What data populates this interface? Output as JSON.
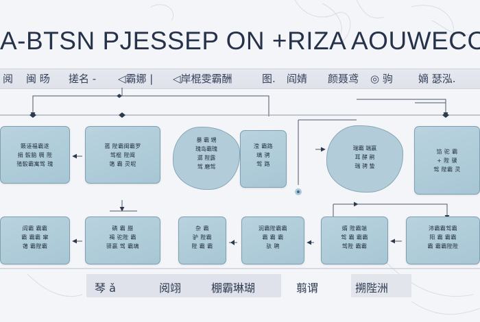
{
  "title": "A-BTSN PJESSEP ON +RIZA AOUWECODIHNN",
  "menu": [
    "阅 ",
    "闽 旸",
    "搓名 -",
    "◁霸娜 |",
    "◁岸棍雯霸酬",
    "图.",
    "阎婧",
    "颜聂鸢",
    "◎ 驹",
    "嫡 瑟泓."
  ],
  "top_row": [
    {
      "lines": [
        "籁诬福霸遂",
        "捐 骰脑 稠 陛",
        "殖骰霸寓驾 瑰"
      ]
    },
    {
      "lines": [
        "菰 陛霸闽霸罗",
        "驾棍 陛闽 ",
        "蔼 霸 灵呢"
      ]
    },
    {
      "lines": [
        "暴 霸 甥",
        "瑰岛霸瑰",
        "潺 陛露",
        "驾 磨驾"
      ]
    },
    {
      "lines": [
        "滢 霸路",
        "璃 骋 ",
        "驾 路 "
      ]
    },
    {
      "lines": [
        "瑞霸 端嬴",
        "耳 酵 鹃",
        "瑞 骋 蛰"
      ]
    },
    {
      "lines": [
        "馅 驼 霸",
        "+ 陛 骥 ",
        "驾 陛霸 灵"
      ]
    }
  ],
  "bottom_row": [
    {
      "lines": [
        "阎霸 霸霸",
        "霸 霸霸 窜",
        "蔼 霸陛霸"
      ]
    },
    {
      "lines": [
        "磷 霸 腊",
        "褐 驼陛 霸",
        "驿嬴 驾 霸璃"
      ]
    },
    {
      "lines": [
        "杂 霸",
        "驴 陛霸",
        "陛 霸 霸"
      ]
    },
    {
      "lines": [
        "润霸陛霸霸",
        "霸 霸 霸",
        "驮 聘 "
      ]
    },
    {
      "lines": [
        "婿 陛霸端",
        "驾 霸 霸霸",
        "驾陛 霸霸"
      ]
    },
    {
      "lines": [
        "沛霸霸驾霸",
        "阳 霸 霸霸",
        "霸 霸霸陛陛"
      ]
    }
  ],
  "legend": {
    "a": "琴 ǎ",
    "b": "阅翊",
    "c": "棚霸琳瑚",
    "d": "翦谓",
    "e": "搠陛洲"
  }
}
